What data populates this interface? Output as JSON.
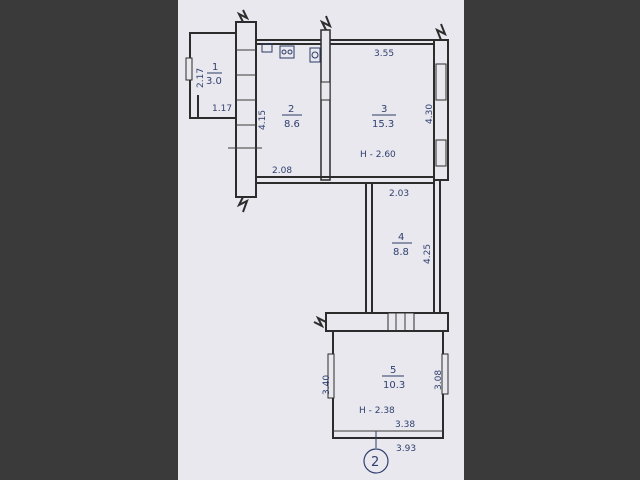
{
  "plan": {
    "rooms": [
      {
        "number": "1",
        "area": "3.0"
      },
      {
        "number": "2",
        "area": "8.6"
      },
      {
        "number": "3",
        "area": "15.3"
      },
      {
        "number": "4",
        "area": "8.8"
      },
      {
        "number": "5",
        "area": "10.3"
      }
    ],
    "dimensions": {
      "room1_height": "2.17",
      "room1_width": "1.17",
      "room2_length": "4.15",
      "room2_width": "2.08",
      "room3_top": "3.55",
      "room3_right": "4.30",
      "room3_ceiling": "H - 2.60",
      "corridor_width": "2.03",
      "room4_height": "4.25",
      "room5_left": "3.40",
      "room5_right": "3.08",
      "room5_ceiling": "H - 2.38",
      "room5_bottom_inner": "3.38",
      "room5_bottom_outer": "3.93"
    },
    "axis_marker": "2"
  },
  "colors": {
    "paper": "#e9e8ee",
    "background": "#3a3a3a",
    "ink": "#2f3f6e",
    "wall": "#2c2c2c"
  }
}
